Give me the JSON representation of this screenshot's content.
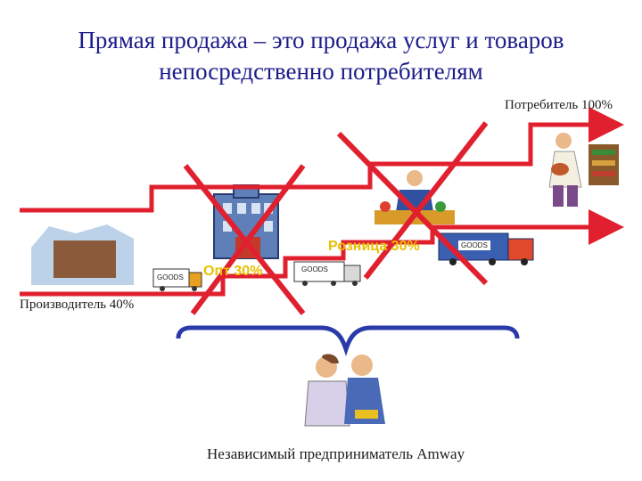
{
  "title": {
    "line1": "Прямая продажа – это продажа услуг и товаров",
    "line2": "непосредственно потребителям"
  },
  "labels": {
    "consumer": "Потребитель 100%",
    "producer": "Производитель 40%",
    "entrepreneur": "Независимый предприниматель Amway",
    "wholesale": "Опт 30%",
    "retail": "Розница 30%"
  },
  "trucks": {
    "goods_label": "GOODS"
  },
  "colors": {
    "title": "#1c1c8a",
    "arrow_red": "#e0202e",
    "brace_blue": "#2a3aa8",
    "wholesale_retail_text": "#e8c000"
  }
}
